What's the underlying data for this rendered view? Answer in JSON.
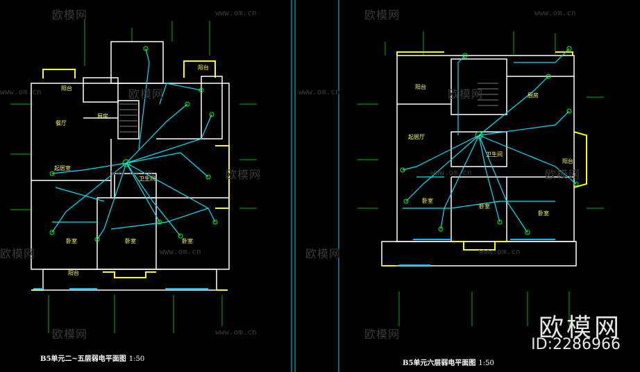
{
  "watermark": {
    "brand_cn": "欧模网",
    "url": "www.om.cn"
  },
  "branding": {
    "name": "欧模网",
    "id": "ID:2286966"
  },
  "drawings": [
    {
      "title": "B5单元二~五层弱电平面图",
      "scale": "1:50"
    },
    {
      "title": "B5单元六层弱电平面图",
      "scale": "1:50"
    }
  ],
  "rooms_left": [
    "阳台",
    "厨房",
    "餐厅",
    "起居室",
    "卧室",
    "卧室",
    "卧室",
    "阳台",
    "卫生间",
    "阳台"
  ],
  "rooms_right": [
    "阳台",
    "厨房",
    "起居厅",
    "卧室",
    "卧室",
    "卧室",
    "卫生间",
    "阳台"
  ],
  "colors": {
    "wall": "#ffffff",
    "wire": "#00e5ff",
    "fixture": "#00ff00",
    "window": "#ffff00",
    "glass": "#00bfff"
  }
}
